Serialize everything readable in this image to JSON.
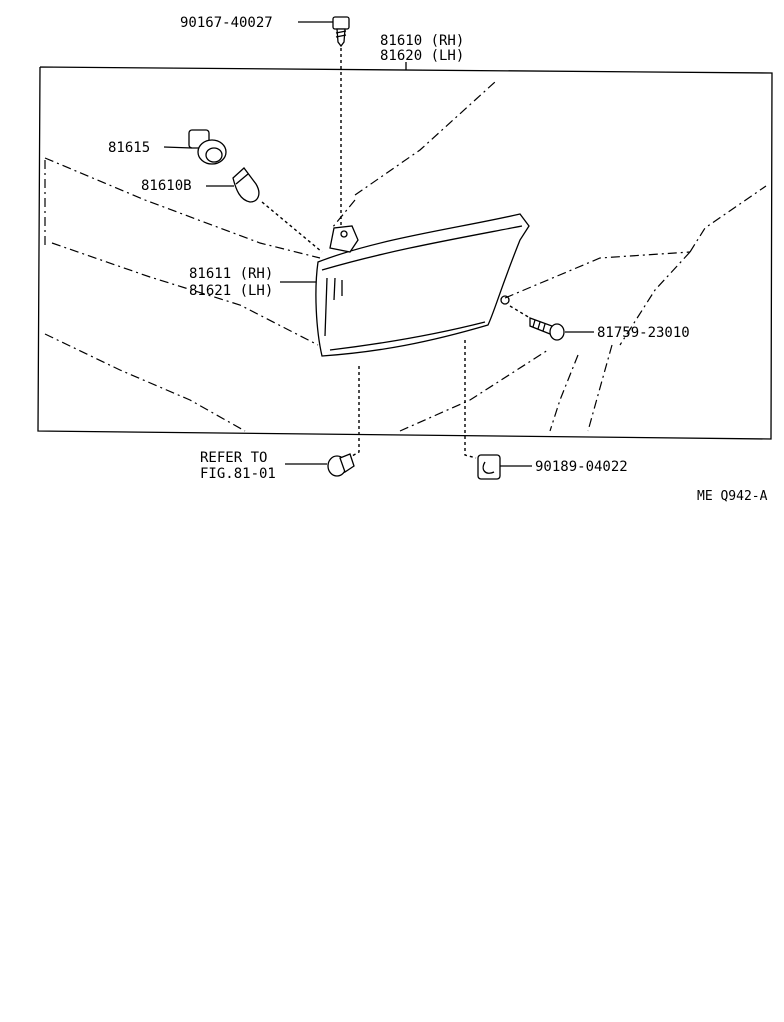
{
  "diagram": {
    "labels": {
      "bolt_top": "90167-40027",
      "lamp_rh": "81610 (RH)",
      "lamp_lh": "81620 (LH)",
      "socket": "81615",
      "bulb": "81610B",
      "lens_rh": "81611 (RH)",
      "lens_lh": "81621 (LH)",
      "screw": "81759-23010",
      "refer_line1": "REFER TO",
      "refer_line2": "FIG.81-01",
      "clip": "90189-04022",
      "figure_code": "ME Q942-A"
    }
  }
}
